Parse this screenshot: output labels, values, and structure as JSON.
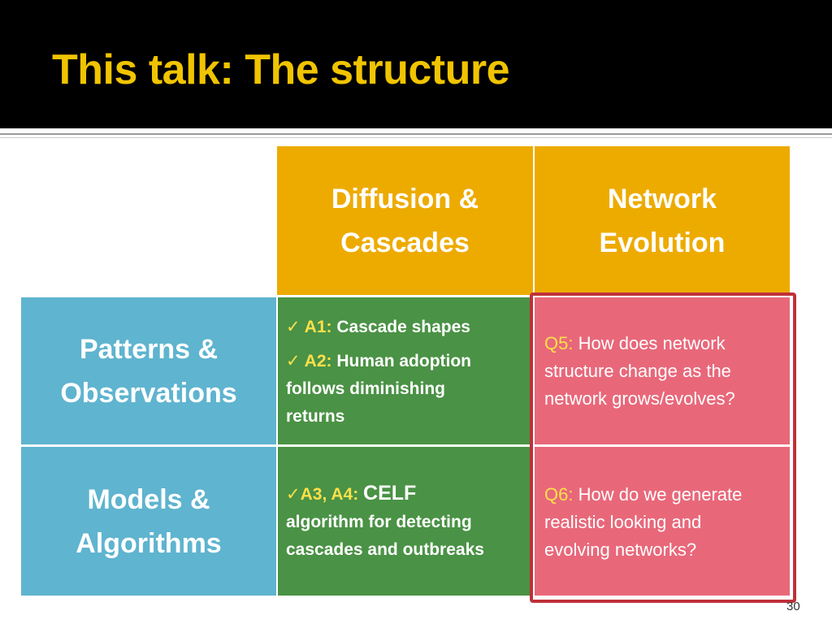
{
  "slide": {
    "title": "This talk: The structure",
    "page_number": "30"
  },
  "columns": [
    {
      "line1": "Diffusion &",
      "line2": "Cascades"
    },
    {
      "line1": "Network",
      "line2": "Evolution"
    }
  ],
  "rows": [
    {
      "line1": "Patterns &",
      "line2": "Observations"
    },
    {
      "line1": "Models &",
      "line2": "Algorithms"
    }
  ],
  "cells": {
    "a1": {
      "check": "✓",
      "label": "A1:",
      "text": "Cascade shapes"
    },
    "a2": {
      "check": "✓",
      "label": "A2:",
      "text1": "Human adoption",
      "text2": "follows diminishing",
      "text3": "returns"
    },
    "a34": {
      "check": "✓",
      "label": "A3, A4:",
      "text1": "CELF",
      "text2": "algorithm for detecting",
      "text3": "cascades and outbreaks"
    },
    "q5": {
      "label": "Q5:",
      "text1": "How does network",
      "text2": "structure change as the",
      "text3": "network  grows/evolves?"
    },
    "q6": {
      "label": "Q6:",
      "text1": "How do we generate",
      "text2": "realistic looking and",
      "text3": "evolving networks?"
    }
  },
  "colors": {
    "title": "#f0c400",
    "header": "#edab00",
    "row_header": "#5fb4cf",
    "green": "#4a9245",
    "pink": "#e8687a",
    "highlight_border": "#c0303a",
    "label_yellow": "#ffe04a"
  }
}
